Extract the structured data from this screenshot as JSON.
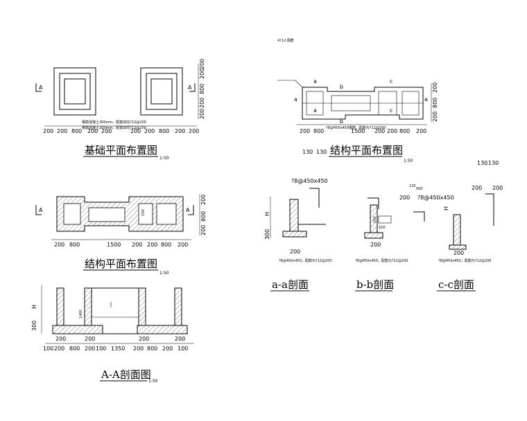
{
  "top_note": "4?12.钢筋",
  "titles": {
    "foundation_plan": "基础平面布置图",
    "structure_plan_left": "结构平面布置图",
    "structure_plan_right": "结构平面布置图",
    "section_AA": "A-A剖面图",
    "section_aa": "a-a剖面",
    "section_bb": "b-b剖面",
    "section_cc": "c-c剖面"
  },
  "scale": "1:50",
  "markers": {
    "A": "A",
    "a": "a",
    "b": "b",
    "c": "c"
  },
  "foundation": {
    "bottom_dims": [
      "200",
      "200",
      "800",
      "200",
      "200",
      "200",
      "200",
      "800",
      "200",
      "200"
    ],
    "right_dims": [
      "200",
      "200",
      "800",
      "200",
      "200"
    ],
    "notes": [
      "钢筋混凝土300mm，配筋双向?12@200",
      "钢筋混凝土200mm，配筋双向?12@200"
    ]
  },
  "structure_left": {
    "bottom_dims": [
      "200",
      "800",
      "1500",
      "200",
      "200",
      "800",
      "200"
    ],
    "right_dims": [
      "200",
      "800",
      "200"
    ],
    "inner": "150"
  },
  "section_AA_dims": {
    "bottom": [
      "100",
      "200",
      "800",
      "200",
      "100",
      "1350",
      "200",
      "800",
      "200",
      "100"
    ],
    "top_marks": [
      "200",
      "200",
      "200",
      "200"
    ],
    "left": [
      "300",
      "H"
    ],
    "inner": "1400"
  },
  "structure_right": {
    "bottom_dims": [
      "200",
      "800",
      "1500",
      "200",
      "200",
      "800",
      "200"
    ],
    "right_dims": [
      "200",
      "800",
      "200"
    ],
    "side_dims": [
      "130",
      "130"
    ],
    "note": "?8@450x450钢筋，配筋为?12@200"
  },
  "section_details": {
    "rebar_aa": "?8@450x450",
    "rebar_cc": "?8@450x450",
    "top_right": [
      "130",
      "130"
    ],
    "cc_marks": [
      "130",
      "500",
      "200",
      "200",
      "200",
      "130"
    ],
    "aa_dims": [
      "300",
      "200",
      "H"
    ],
    "bb_dims": [
      "150",
      "100",
      "200",
      "200"
    ],
    "cc_dims": [
      "200",
      "H"
    ],
    "note_aa": "?8@450x450，配筋为?12@200",
    "note_bb": "?8@450x450，配筋为?12@200",
    "note_cc": "?8@450x450，配筋为?12@200"
  }
}
